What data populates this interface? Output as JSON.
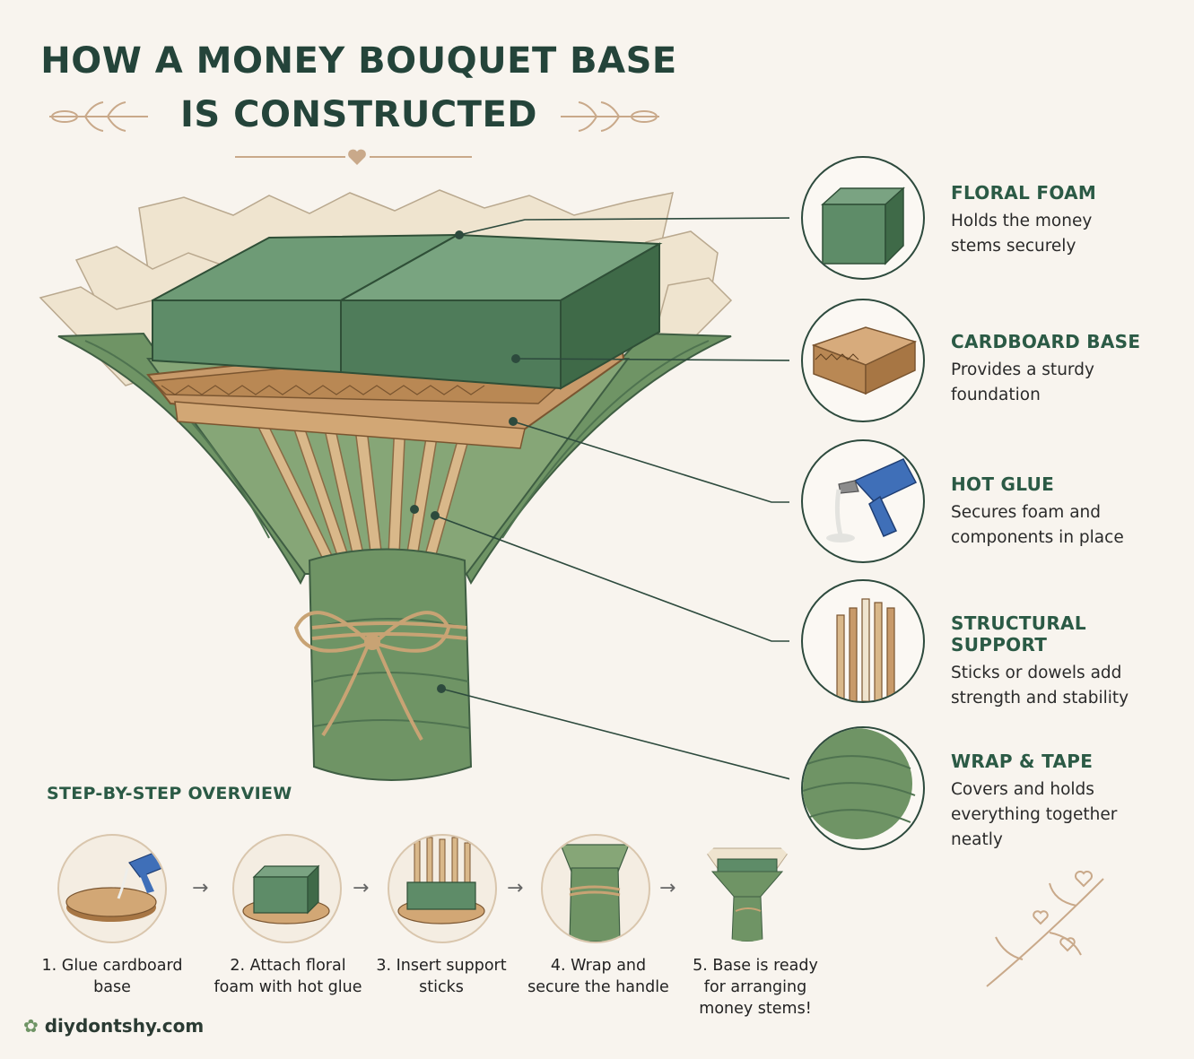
{
  "title": {
    "line1": "HOW A MONEY BOUQUET BASE",
    "line2": "IS CONSTRUCTED"
  },
  "callouts": [
    {
      "heading": "FLORAL FOAM",
      "desc": "Holds the money stems securely",
      "icon": "foam-block-icon"
    },
    {
      "heading": "CARDBOARD BASE",
      "desc": "Provides a sturdy foundation",
      "icon": "cardboard-icon"
    },
    {
      "heading": "HOT GLUE",
      "desc": "Secures foam and components in place",
      "icon": "glue-gun-icon"
    },
    {
      "heading": "STRUCTURAL SUPPORT",
      "desc": "Sticks or dowels add strength and stability",
      "icon": "dowels-icon"
    },
    {
      "heading": "WRAP & TAPE",
      "desc": "Covers and holds everything together neatly",
      "icon": "wrap-icon"
    }
  ],
  "steps_title": "STEP-BY-STEP OVERVIEW",
  "steps": [
    {
      "label": "1. Glue cardboard base"
    },
    {
      "label": "2. Attach floral foam with hot glue"
    },
    {
      "label": "3. Insert support sticks"
    },
    {
      "label": "4. Wrap and secure the handle"
    },
    {
      "label": "5. Base is ready for arranging money stems!"
    }
  ],
  "step_arrow": "→",
  "footer": "diydontshy.com",
  "colors": {
    "foam": "#5e8c68",
    "wrap": "#6f9465",
    "cardboard": "#c89a6a",
    "paper": "#efe4cf",
    "accent": "#2b5a45",
    "outline": "#2d4a3d"
  }
}
